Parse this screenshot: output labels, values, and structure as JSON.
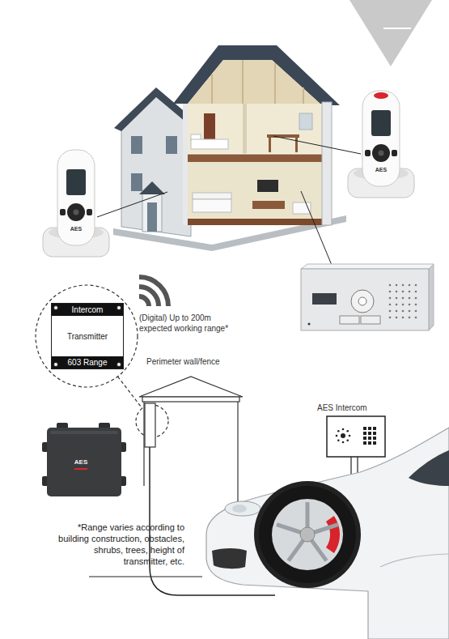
{
  "diagram": {
    "nodes": [
      {
        "text": [
          "Intercom",
          "Transmitter",
          "603 Range"
        ]
      }
    ],
    "labels": [
      "AES",
      "AES",
      "(Digital) Up to 200m expected working range*",
      "Perimeter wall/fence",
      "AES Intercom",
      "AES",
      "*Range varies according to building construction, obstacles, shrubs, trees, height of transmitter, etc."
    ]
  }
}
